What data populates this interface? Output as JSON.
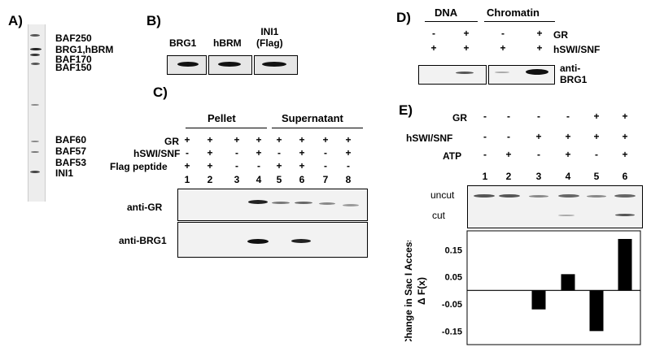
{
  "panelA": {
    "label": "A)",
    "markers": [
      "BAF250",
      "BRG1,hBRM",
      "BAF170",
      "BAF150",
      "BAF60",
      "BAF57",
      "BAF53",
      "INI1"
    ]
  },
  "panelB": {
    "label": "B)",
    "columns": [
      "BRG1",
      "hBRM",
      "INI1\n(Flag)"
    ]
  },
  "panelC": {
    "label": "C)",
    "groups": [
      "Pellet",
      "Supernatant"
    ],
    "rows": [
      {
        "name": "GR",
        "marks": [
          "+",
          "+",
          "+",
          "+",
          "+",
          "+",
          "+",
          "+"
        ]
      },
      {
        "name": "hSWI/SNF",
        "marks": [
          "-",
          "+",
          "-",
          "+",
          "-",
          "+",
          "-",
          "+"
        ]
      },
      {
        "name": "Flag peptide",
        "marks": [
          "+",
          "+",
          "-",
          "-",
          "+",
          "+",
          "-",
          "-"
        ]
      }
    ],
    "lanes": [
      "1",
      "2",
      "3",
      "4",
      "5",
      "6",
      "7",
      "8"
    ],
    "blots": [
      "anti-GR",
      "anti-BRG1"
    ]
  },
  "panelD": {
    "label": "D)",
    "groups": [
      "DNA",
      "Chromatin"
    ],
    "rows": [
      {
        "name": "GR",
        "marks": [
          "-",
          "+",
          "-",
          "+"
        ]
      },
      {
        "name": "hSWI/SNF",
        "marks": [
          "+",
          "+",
          "+",
          "+"
        ]
      }
    ],
    "blot": "anti-\nBRG1"
  },
  "panelE": {
    "label": "E)",
    "rows": [
      {
        "name": "GR",
        "marks": [
          "-",
          "-",
          "-",
          "-",
          "+",
          "+"
        ]
      },
      {
        "name": "hSWI/SNF",
        "marks": [
          "-",
          "-",
          "+",
          "+",
          "+",
          "+"
        ]
      },
      {
        "name": "ATP",
        "marks": [
          "-",
          "+",
          "-",
          "+",
          "-",
          "+"
        ]
      }
    ],
    "lanes": [
      "1",
      "2",
      "3",
      "4",
      "5",
      "6"
    ],
    "bands": [
      "uncut",
      "cut"
    ],
    "ylabel_1": "Change in Sac I Access",
    "ylabel_2": "Δ F(x)"
  },
  "chart_data": {
    "type": "bar",
    "categories": [
      "1",
      "2",
      "3",
      "4",
      "5",
      "6"
    ],
    "values": [
      0,
      0,
      -0.07,
      0.06,
      -0.15,
      0.19
    ],
    "yticks": [
      0.15,
      0.05,
      -0.05,
      -0.15
    ],
    "ylim": [
      -0.2,
      0.22
    ],
    "xlabel": "",
    "ylabel": "Change in Sac I Access Δ F(x)",
    "bar_color": "#000000"
  }
}
